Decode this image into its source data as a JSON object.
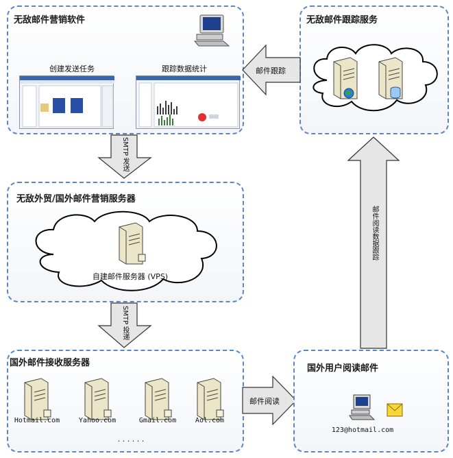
{
  "boxes": {
    "software": {
      "title": "无敌邮件营销软件",
      "shot1": "创建发送任务",
      "shot2": "跟踪数据统计"
    },
    "tracking": {
      "title": "无敌邮件跟踪服务"
    },
    "server": {
      "title": "无敌外贸/国外邮件营销服务器",
      "vps": "自建邮件服务器 (VPS)"
    },
    "receive": {
      "title": "国外邮件接收服务器",
      "servers": [
        "Hotmail.com",
        "Yahoo.com",
        "Gmail.com",
        "Aol.com"
      ],
      "ellipsis": ". . . . . ."
    },
    "user": {
      "title": "国外用户阅读邮件",
      "email": "123@hotmail.com"
    }
  },
  "arrows": {
    "track_left": "邮件跟踪",
    "smtp_send": "SMTP 发送",
    "smtp_deliver": "SMTP 投递",
    "read_right": "邮件阅读",
    "read_up": "邮件阅读数据跟踪"
  },
  "colors": {
    "border": "#5b86c5",
    "arrow_fill": "#e6e6e6",
    "server_body": "#ece6c8"
  }
}
